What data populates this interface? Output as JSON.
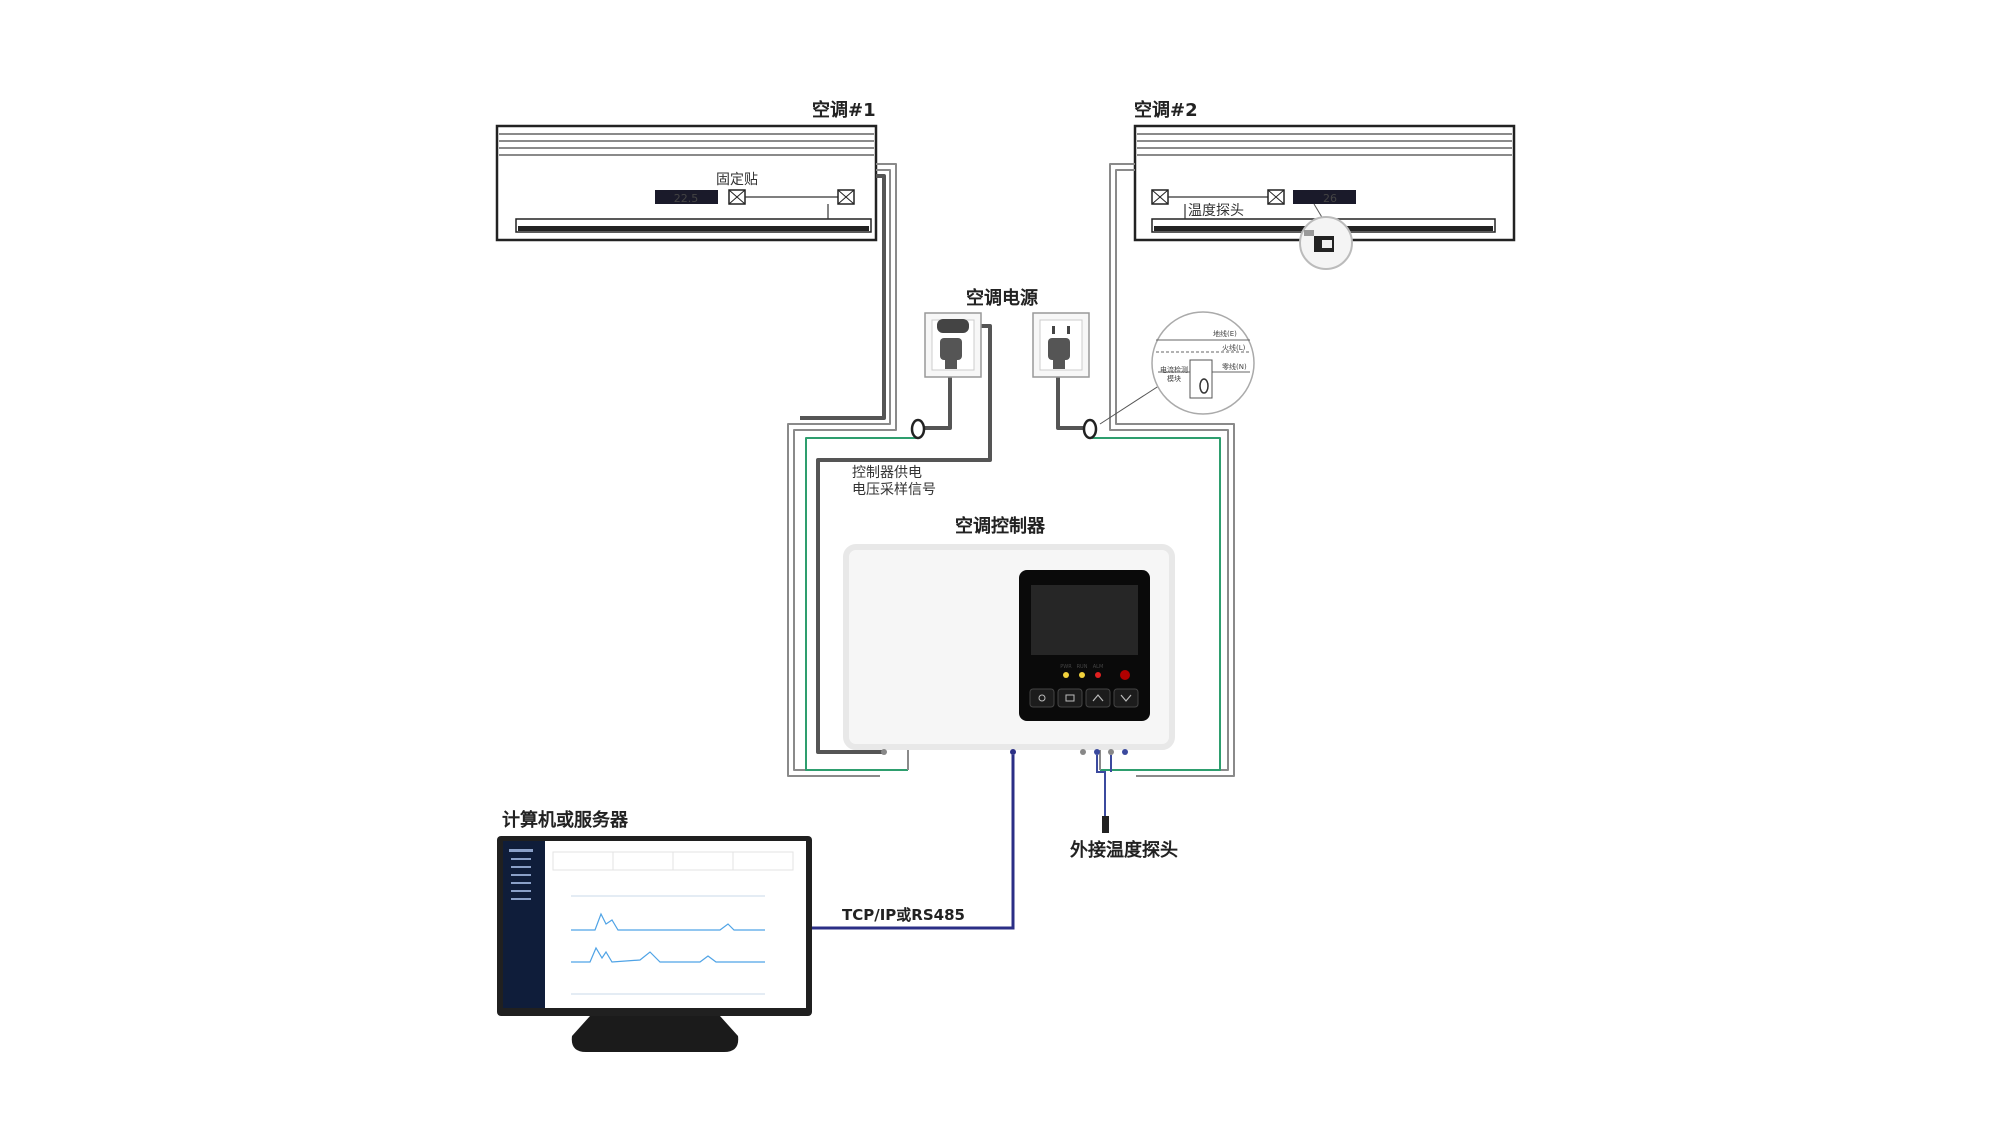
{
  "labels": {
    "ac1_title": "空调#1",
    "ac2_title": "空调#2",
    "fixed_sticker": "固定贴",
    "temp_probe": "温度探头",
    "ac_power": "空调电源",
    "controller_supply_line1": "控制器供电",
    "controller_supply_line2": "电压采样信号",
    "controller_title": "空调控制器",
    "computer_title": "计算机或服务器",
    "tcp_label": "TCP/IP或RS485",
    "external_probe": "外接温度探头"
  },
  "ac1_display": "22.5",
  "ac2_display": "26",
  "inset": {
    "live_wire": "火线(L)",
    "neutral_wire": "零线(N)",
    "ground_wire": "地线(E)",
    "current_module_line1": "电流检测",
    "current_module_line2": "模块"
  },
  "controller_leds": [
    "PWR",
    "RUN",
    "ALM"
  ],
  "colors": {
    "cable_gray": "#8a8a8a",
    "cable_dark": "#555555",
    "signal_green": "#2e9e6e",
    "network_blue": "#2b2f86",
    "display_blue": "#3f8cff",
    "monitor_sidebar": "#0f1d3a",
    "chart_line": "#4fa3e6"
  }
}
